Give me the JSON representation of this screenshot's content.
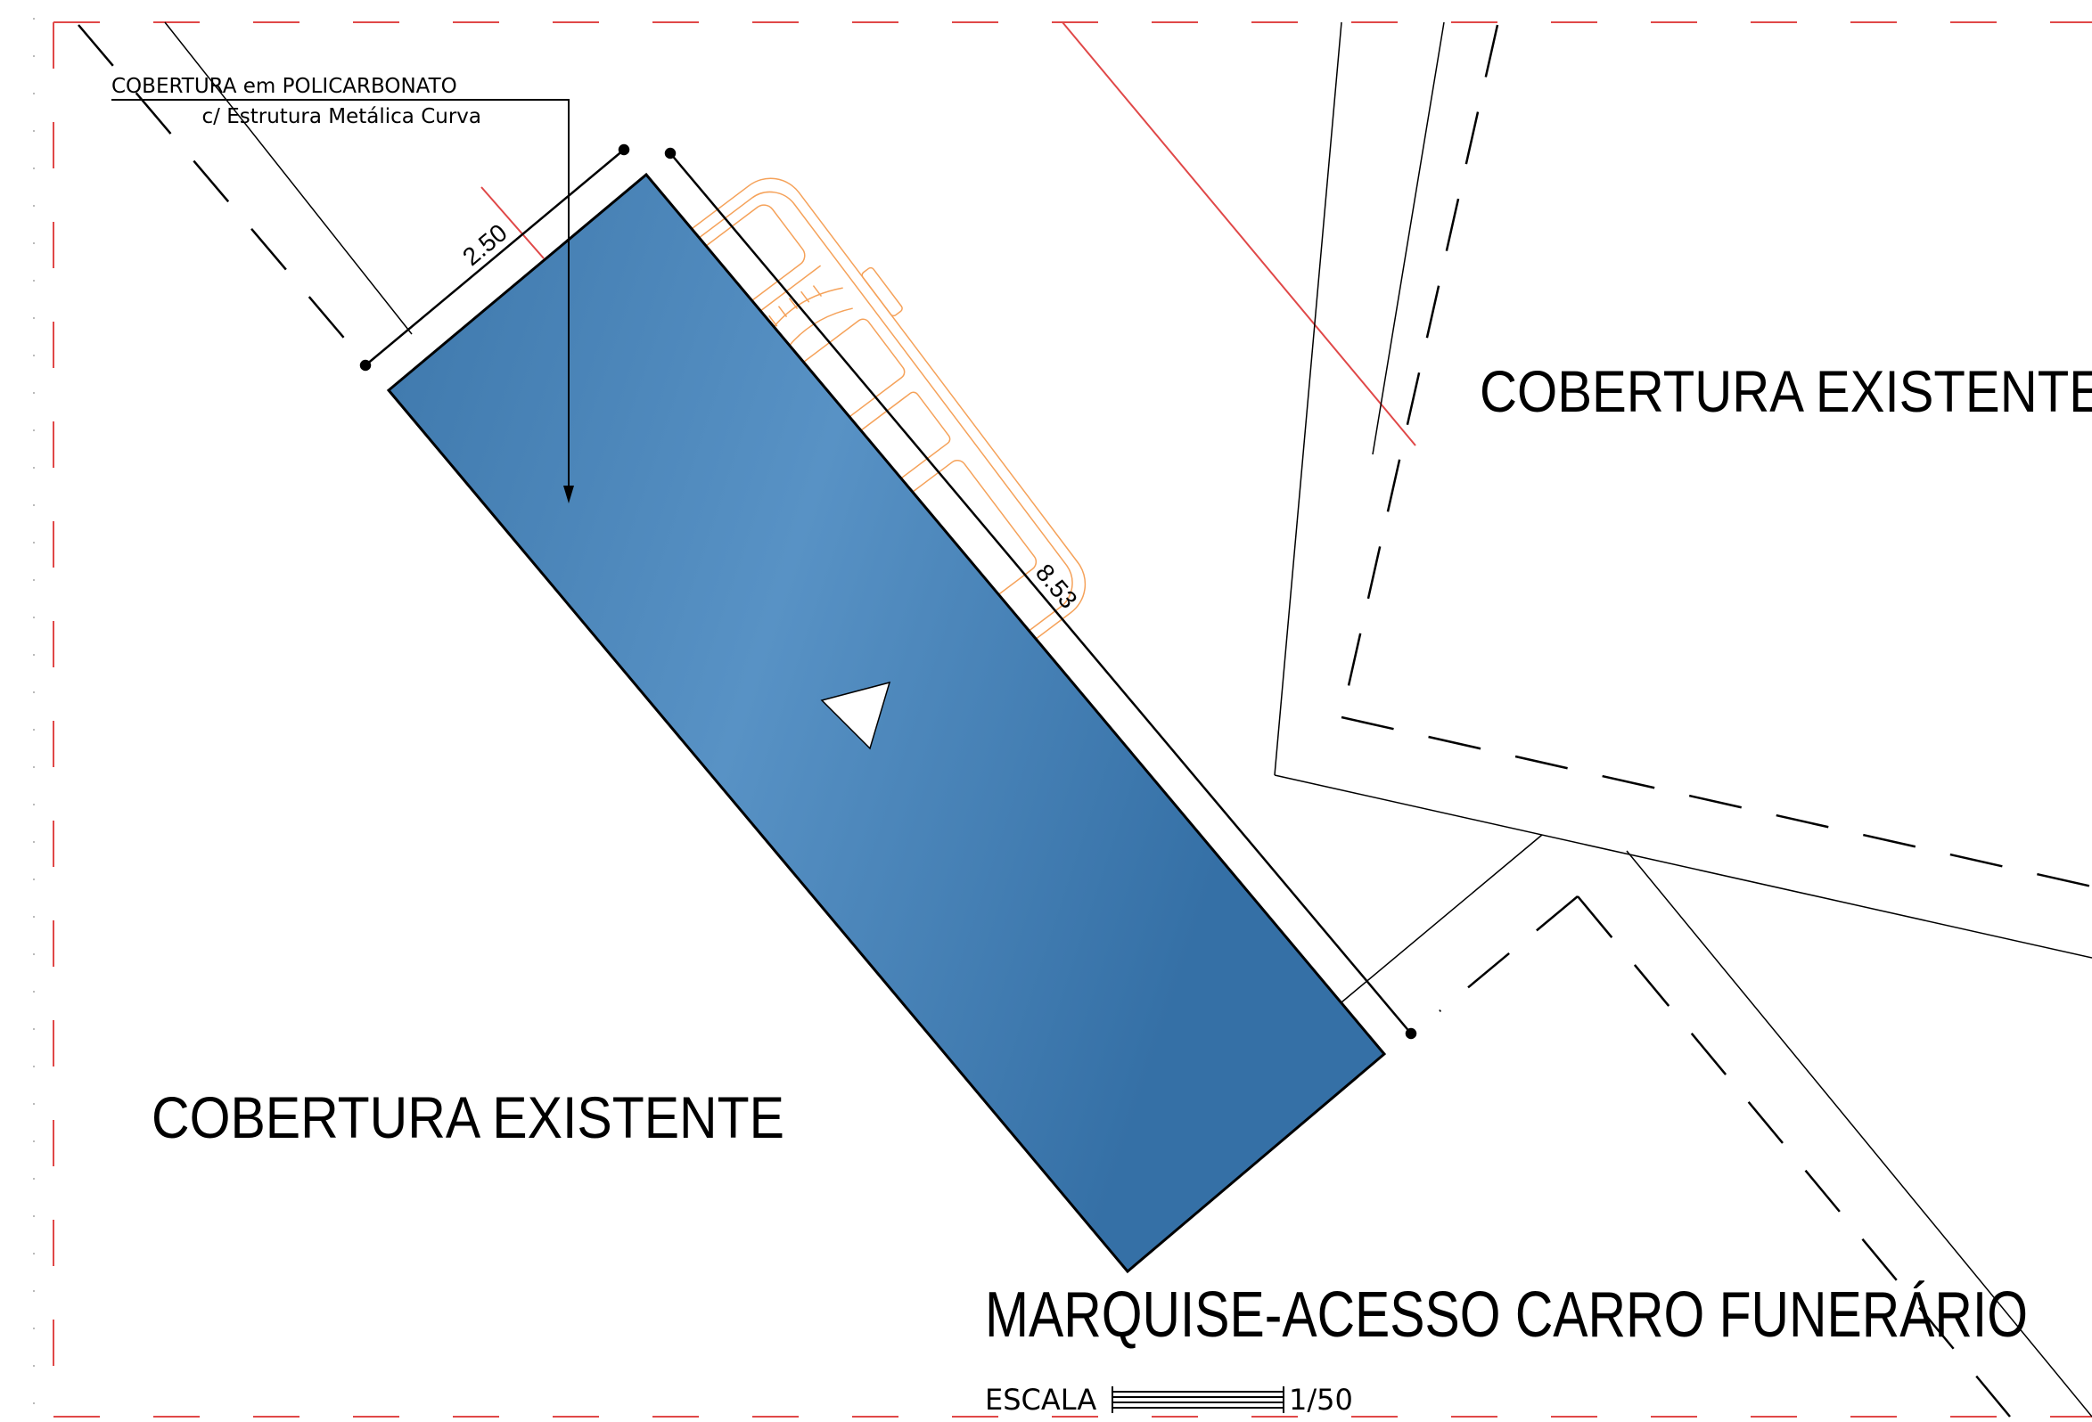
{
  "annotations": {
    "callout_line1": "COBERTURA em POLICARBONATO",
    "callout_line2": "c/ Estrutura Metálica Curva",
    "dim_width": "2.50",
    "dim_length": "8.53"
  },
  "labels": {
    "existing_cover_right": "COBERTURA EXISTENTE",
    "existing_cover_left": "COBERTURA EXISTENTE",
    "drawing_title": "MARQUISE-ACESSO CARRO FUNERÁRIO"
  },
  "scale": {
    "label": "ESCALA",
    "value": "1/50"
  },
  "colors": {
    "canopy_fill_light": "#5891c4",
    "canopy_fill_dark": "#3570a6",
    "vehicle_outline": "#f5a25a",
    "border_dash": "#e04848",
    "line": "#000000"
  }
}
